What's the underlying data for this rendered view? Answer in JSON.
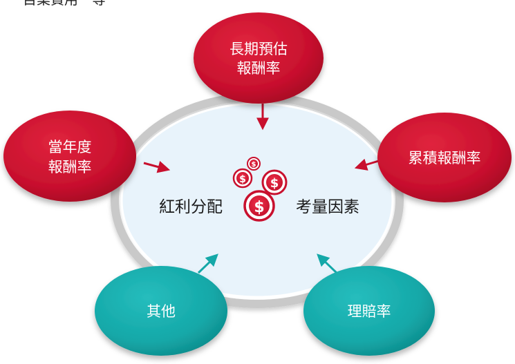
{
  "top_fragment": "目業費用一等",
  "center": {
    "left_label": "紅利分配",
    "right_label": "考量因素",
    "coin_symbol": "$",
    "icon": "dollar-coins-icon"
  },
  "nodes": [
    {
      "id": "long-term",
      "lines": [
        "長期預估",
        "報酬率"
      ],
      "color": "#c8102e"
    },
    {
      "id": "current-year",
      "lines": [
        "當年度",
        "報酬率"
      ],
      "color": "#c8102e"
    },
    {
      "id": "cumulative",
      "lines": [
        "累積報酬率"
      ],
      "color": "#c8102e"
    },
    {
      "id": "other",
      "lines": [
        "其他"
      ],
      "color": "#14a8a8"
    },
    {
      "id": "claims",
      "lines": [
        "理賠率"
      ],
      "color": "#14a8a8"
    }
  ],
  "colors": {
    "red_node": "#c8102e",
    "teal_node": "#14a8a8",
    "inner_fill": "#e8f3fb",
    "ring": "#c9c9c9"
  }
}
